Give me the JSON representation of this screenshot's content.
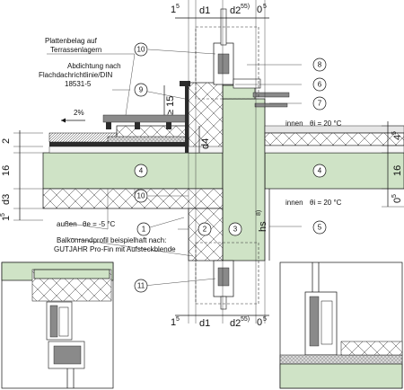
{
  "dimensions": {
    "top": [
      "1",
      "5",
      "d1",
      "d2",
      "55)",
      "0",
      "5"
    ],
    "bottom": [
      "1",
      "5",
      "d1",
      "d2",
      "55)",
      "0",
      "5"
    ],
    "left_vertical": [
      "2",
      "16",
      "d3",
      "1",
      "5"
    ],
    "right_vertical": [
      "4",
      "5",
      "16",
      "0",
      "5"
    ],
    "d4": "d4",
    "ge15": "≥ 15",
    "hs": "hs",
    "hs_note": "8)"
  },
  "labels": {
    "plattenbelag_1": "Plattenbelag auf",
    "plattenbelag_2": "Terrassenlagern",
    "abdichtung_1": "Abdichtung nach",
    "abdichtung_2": "Flachdachrichtlinie/DIN",
    "abdichtung_3": "18531-5",
    "slope": "2%",
    "innen_top": "innen",
    "innen_top_temp": "θi = 20 °C",
    "innen_bottom": "innen",
    "innen_bottom_temp": "θi = 20 °C",
    "aussen": "außen",
    "aussen_temp": "θe = -5 °C",
    "balkon_1": "Balkonrandprofil beispielhaft nach:",
    "balkon_2": "GUTJAHR Pro-Fin mit Aufsteckblende"
  },
  "callouts": [
    {
      "id": "c1",
      "text": "1"
    },
    {
      "id": "c2",
      "text": "2"
    },
    {
      "id": "c3",
      "text": "3"
    },
    {
      "id": "c4a",
      "text": "4"
    },
    {
      "id": "c4b",
      "text": "4"
    },
    {
      "id": "c5",
      "text": "5"
    },
    {
      "id": "c6",
      "text": "6"
    },
    {
      "id": "c7",
      "text": "7"
    },
    {
      "id": "c8",
      "text": "8"
    },
    {
      "id": "c9",
      "text": "9"
    },
    {
      "id": "c10a",
      "text": "10"
    },
    {
      "id": "c10b",
      "text": "10"
    },
    {
      "id": "c11",
      "text": "11"
    }
  ],
  "colors": {
    "concrete": "#cfe3c6",
    "insulation": "#ffffff",
    "line": "#111111"
  }
}
